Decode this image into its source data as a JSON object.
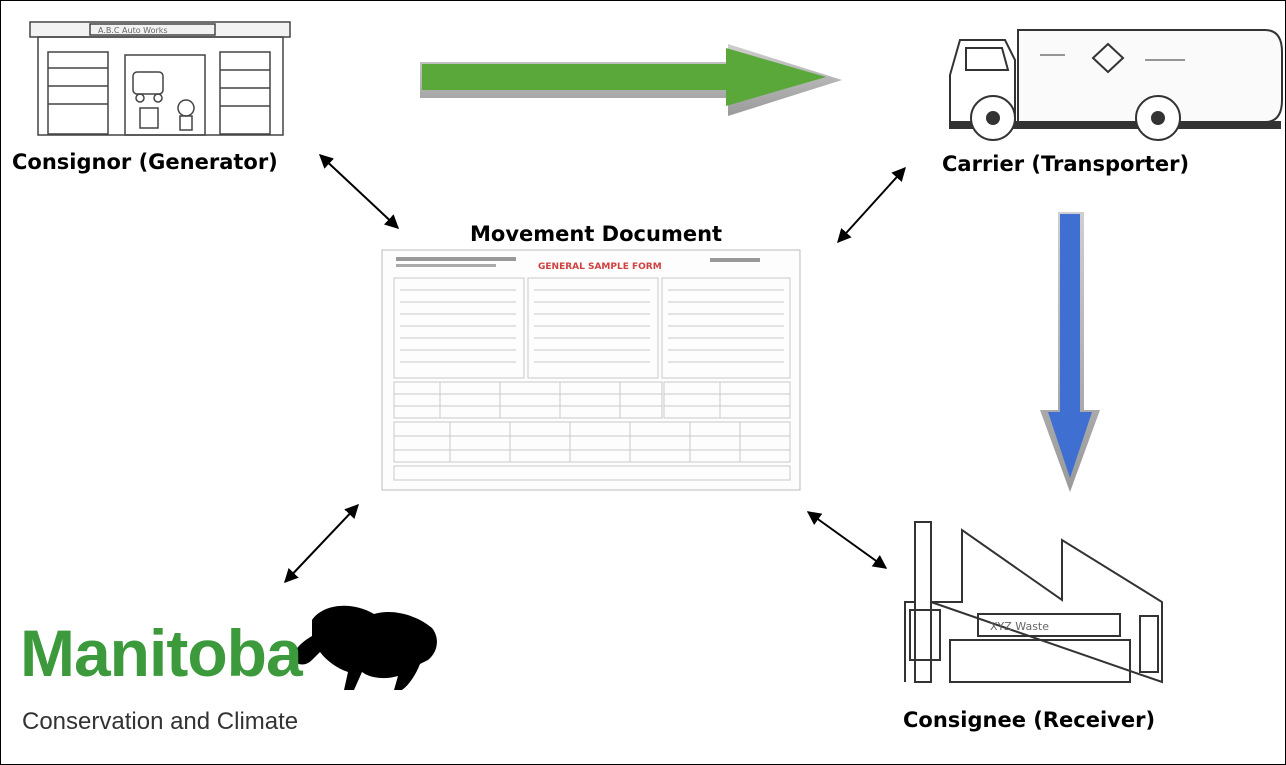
{
  "nodes": {
    "consignor": "Consignor (Generator)",
    "carrier": "Carrier (Transporter)",
    "consignee": "Consignee (Receiver)",
    "document": "Movement Document"
  },
  "document_form": {
    "title": "GENERAL SAMPLE FORM"
  },
  "logo": {
    "name": "Manitoba",
    "subtitle": "Conservation and Climate"
  },
  "colors": {
    "flow_green": "#5aa83a",
    "flow_blue": "#3f6fd0",
    "logo_green": "#3c9a3c"
  },
  "icons": [
    "building-icon",
    "tanker-truck-icon",
    "factory-icon",
    "bison-icon",
    "form-document-icon"
  ]
}
